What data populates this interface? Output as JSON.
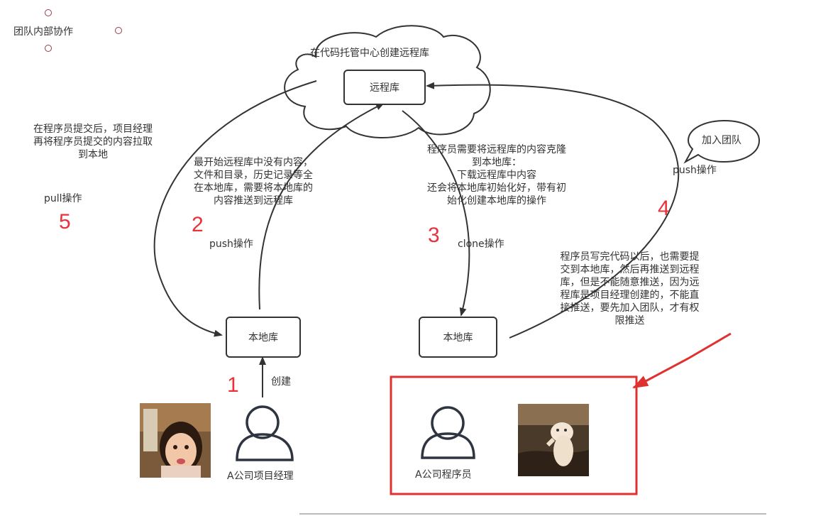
{
  "mindmap": {
    "topic": "团队内部协作"
  },
  "cloud": {
    "label": "在代码托管中心创建远程库"
  },
  "boxes": {
    "remote": "远程库",
    "local_left": "本地库",
    "local_right": "本地库"
  },
  "arrows": {
    "create": "创建"
  },
  "notes": {
    "pull_desc": [
      "在程序员提交后，项目经理",
      "再将程序员提交的内容拉取",
      "到本地"
    ],
    "pull_op": "pull操作",
    "push_desc": [
      "最开始远程库中没有内容，",
      "文件和目录，历史记录等全",
      "在本地库，需要将本地库的",
      "内容推送到远程库"
    ],
    "push_op": "push操作",
    "clone_desc": [
      "程序员需要将远程库的内容克隆",
      "到本地库：",
      "下载远程库中内容",
      "还会将本地库初始化好，带有初",
      "始化创建本地库的操作"
    ],
    "clone_op": "clone操作",
    "join_bubble": "加入团队",
    "push_op2": "push操作",
    "programmer_desc": [
      "程序员写完代码以后，也需要提",
      "交到本地库，然后再推送到远程",
      "库，但是不能随意推送，因为远",
      "程库是项目经理创建的，不能直",
      "接推送，要先加入团队，才有权",
      "限推送"
    ]
  },
  "steps": [
    "1",
    "2",
    "3",
    "4",
    "5"
  ],
  "people": {
    "manager": "A公司项目经理",
    "programmer": "A公司程序员"
  },
  "colors": {
    "step_number": "#e8323c",
    "highlight_box": "#e03131",
    "stroke": "#333333"
  }
}
